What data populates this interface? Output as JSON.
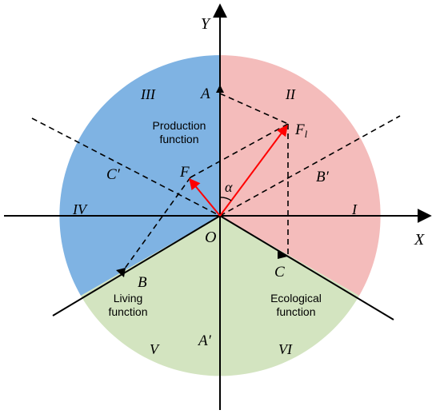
{
  "axes": {
    "x": "X",
    "y": "Y",
    "origin": "O"
  },
  "sectors": {
    "I": "I",
    "II": "II",
    "III": "III",
    "IV": "IV",
    "V": "V",
    "VI": "VI"
  },
  "points": {
    "A": "A",
    "A_prime": "A′",
    "B": "B",
    "B_prime": "B′",
    "C": "C",
    "C_prime": "C′",
    "F": "F",
    "F_l": "F",
    "F_l_sub": "l",
    "alpha": "α"
  },
  "functions": {
    "production_1": "Production",
    "production_2": "function",
    "living_1": "Living",
    "living_2": "function",
    "ecological_1": "Ecological",
    "ecological_2": "function"
  },
  "colors": {
    "production_region": "#7fb3e3",
    "ecological_region": "#d3e4c0",
    "quadrant_I_II": "#f4bcbb",
    "vector": "#ff0000",
    "line": "#000000"
  }
}
